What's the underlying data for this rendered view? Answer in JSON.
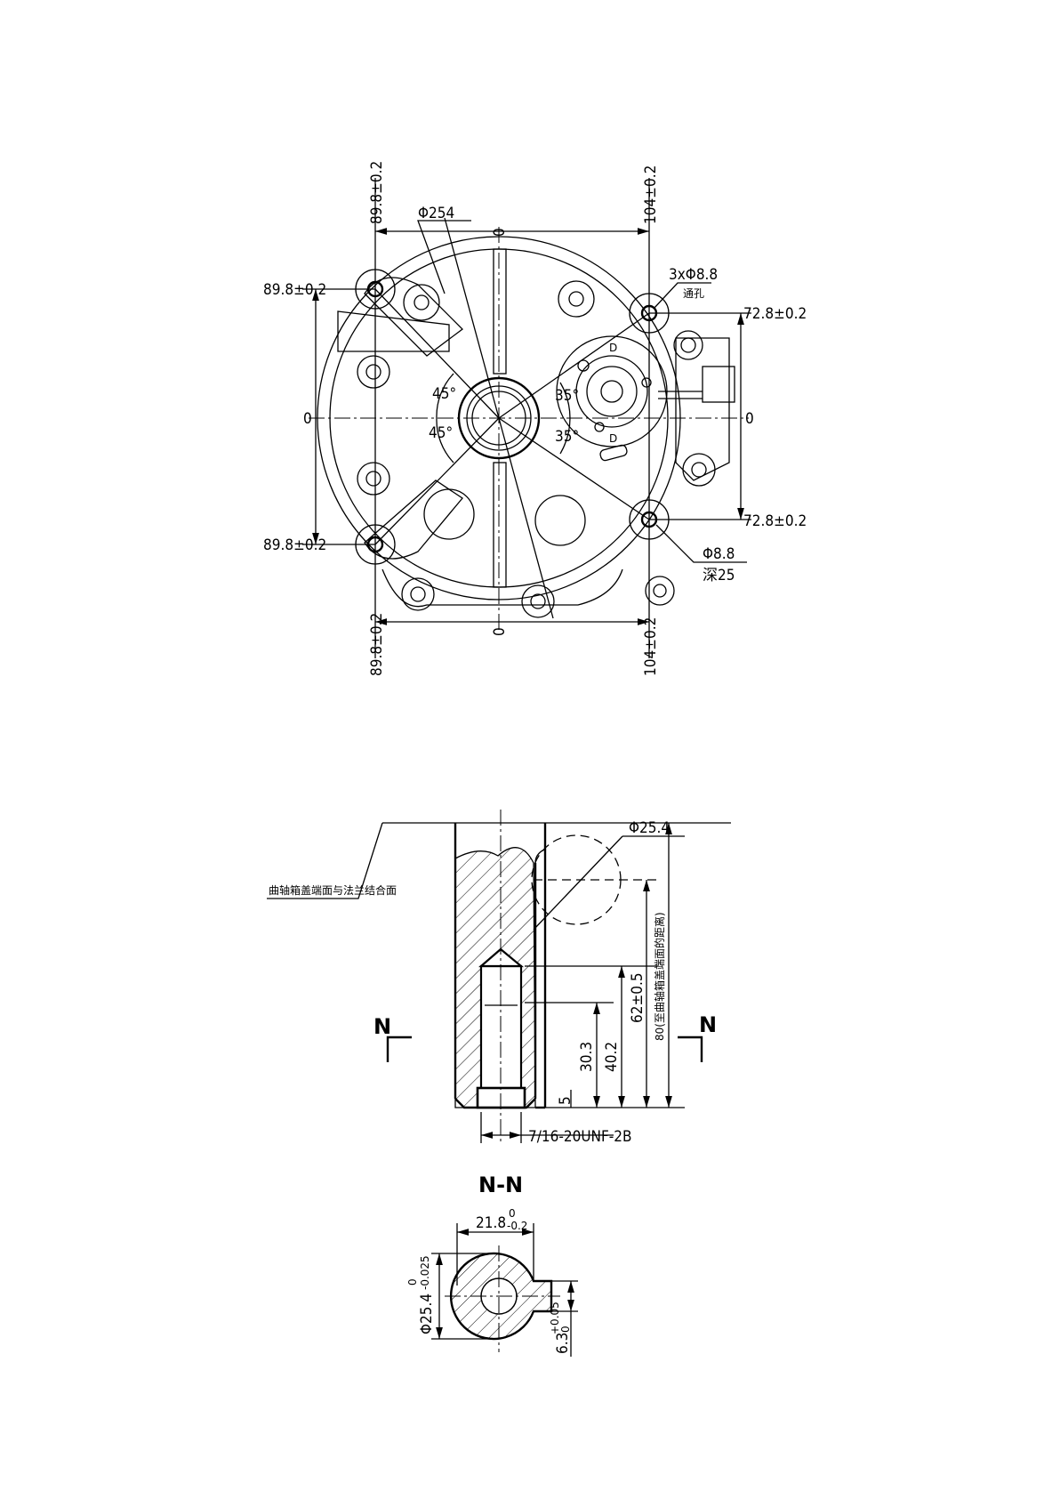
{
  "top_view": {
    "dims": {
      "top_left": "89.8±0.2",
      "top_right": "104±0.2",
      "bottom_left": "89.8±0.2",
      "bottom_right": "104±0.2",
      "left_upper": "89.8±0.2",
      "left_lower": "89.8±0.2",
      "right_upper": "72.8±0.2",
      "right_lower": "72.8±0.2",
      "zero_left": "0",
      "zero_right": "0",
      "zero_top": "0",
      "zero_bottom": "0"
    },
    "diameter_label": "Φ254",
    "holes_label": "3xΦ8.8",
    "holes_note": "通孔",
    "hole_label": "Φ8.8",
    "hole_depth": "深25",
    "angles": [
      "45°",
      "45°",
      "35°",
      "35°"
    ],
    "view_marks": [
      "D",
      "D"
    ]
  },
  "section_view": {
    "surface_note": "曲轴箱盖端面与法兰结合面",
    "circle_dia": "Φ25.4",
    "dim_80": "80(至曲轴箱盖端面的距离)",
    "dim_62": "62±0.5",
    "dim_40": "40.2",
    "dim_30": "30.3",
    "dim_5": "5",
    "thread": "7/16-20UNF-2B",
    "cut_left": "N",
    "cut_right": "N"
  },
  "nn_section": {
    "title": "N-N",
    "width_dim": "21.8",
    "width_tol_upper": "0",
    "width_tol_lower": "-0.2",
    "dia_dim": "Φ25.4",
    "dia_tol_upper": "0",
    "dia_tol_lower": "-0.025",
    "key_dim": "6.3",
    "key_tol_upper": "+0.05",
    "key_tol_lower": "0"
  }
}
